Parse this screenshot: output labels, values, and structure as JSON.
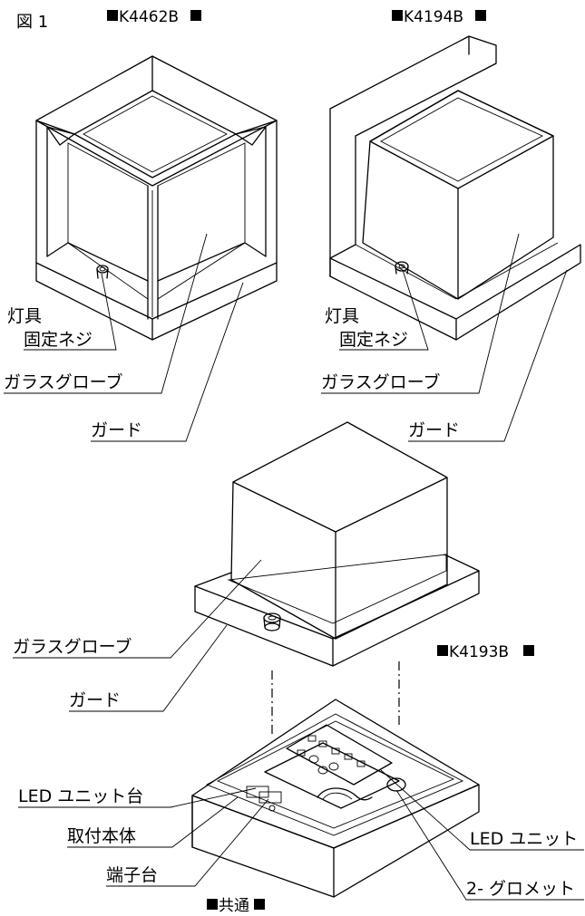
{
  "figure_label": "図 1",
  "models": {
    "k4462b": "K4462B",
    "k4194b": "K4194B",
    "k4193b": "K4193B",
    "common": "共通"
  },
  "callouts": {
    "fixture_screw_line1": "灯具",
    "fixture_screw_line2": "固定ネジ",
    "glass_globe": "ガラスグローブ",
    "guard": "ガード",
    "led_unit_base": "LED ユニット台",
    "body": "取付本体",
    "terminal_block": "端子台",
    "led_unit": "LED ユニット",
    "grommet": "2- グロメット"
  }
}
